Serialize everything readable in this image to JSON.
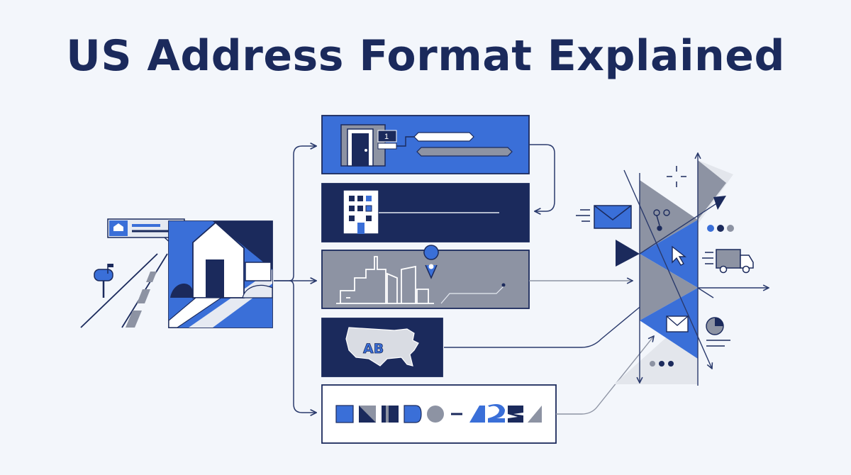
{
  "title": "US Address Format Explained",
  "labels": {
    "unit_number": "1",
    "state_code": "AB"
  },
  "colors": {
    "navy": "#1b2a5c",
    "blue": "#3a6fd8",
    "gray": "#8d93a3",
    "light_gray": "#d9dce3",
    "background": "#f3f6fb"
  },
  "rows": [
    {
      "id": "street-number",
      "icon": "door-icon"
    },
    {
      "id": "building",
      "icon": "building-icon"
    },
    {
      "id": "city",
      "icon": "skyline-icon"
    },
    {
      "id": "state",
      "icon": "us-map-icon"
    },
    {
      "id": "zip",
      "icon": "zip-glyphs-icon"
    }
  ]
}
